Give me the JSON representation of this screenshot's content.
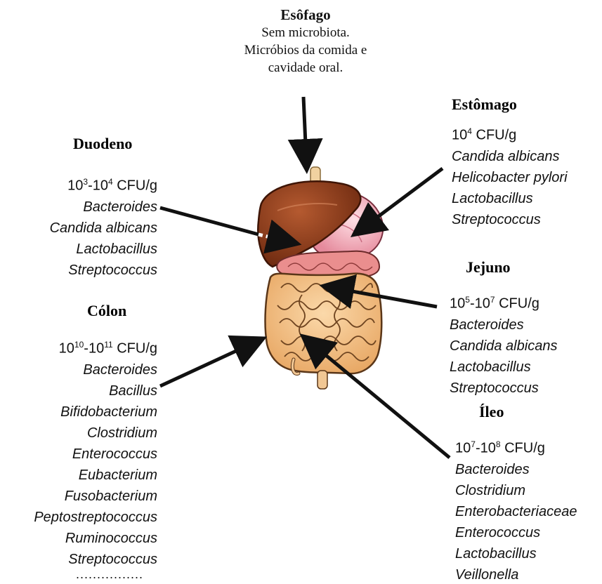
{
  "esofago": {
    "title": "Esôfago",
    "lines": [
      "Sem microbiota.",
      "Micróbios da comida e",
      "cavidade oral."
    ]
  },
  "estomago": {
    "title": "Estômago",
    "count_base": "10",
    "count_exp": "4",
    "count_unit": " CFU/g",
    "organisms": [
      "Candida albicans",
      "Helicobacter pylori",
      "Lactobacillus",
      "Streptococcus"
    ]
  },
  "duodeno": {
    "title": "Duodeno",
    "count_base1": "10",
    "count_exp1": "3",
    "count_sep": "-10",
    "count_exp2": "4",
    "count_unit": " CFU/g",
    "organisms": [
      "Bacteroides",
      "Candida albicans",
      "Lactobacillus",
      "Streptococcus"
    ]
  },
  "jejuno": {
    "title": "Jejuno",
    "count_base1": "10",
    "count_exp1": "5",
    "count_sep": "-10",
    "count_exp2": "7",
    "count_unit": " CFU/g",
    "organisms": [
      "Bacteroides",
      "Candida albicans",
      "Lactobacillus",
      "Streptococcus"
    ]
  },
  "colon": {
    "title": "Cólon",
    "count_base1": "10",
    "count_exp1": "10",
    "count_sep": "-10",
    "count_exp2": "11",
    "count_unit": " CFU/g",
    "organisms": [
      "Bacteroides",
      "Bacillus",
      "Bifidobacterium",
      "Clostridium",
      "Enterococcus",
      "Eubacterium",
      "Fusobacterium",
      "Peptostreptococcus",
      "Ruminococcus",
      "Streptococcus"
    ],
    "more": "................"
  },
  "ileo": {
    "title": "Íleo",
    "count_base1": "10",
    "count_exp1": "7",
    "count_sep": "-10",
    "count_exp2": "8",
    "count_unit": " CFU/g",
    "organisms": [
      "Bacteroides",
      "Clostridium",
      "Enterobacteriaceae",
      "Enterococcus",
      "Lactobacillus",
      "Veillonella"
    ]
  },
  "colors": {
    "liver": "#8b3a1c",
    "stomach": "#f2a7b4",
    "intestine": "#f3c08a",
    "arrow": "#111111"
  }
}
